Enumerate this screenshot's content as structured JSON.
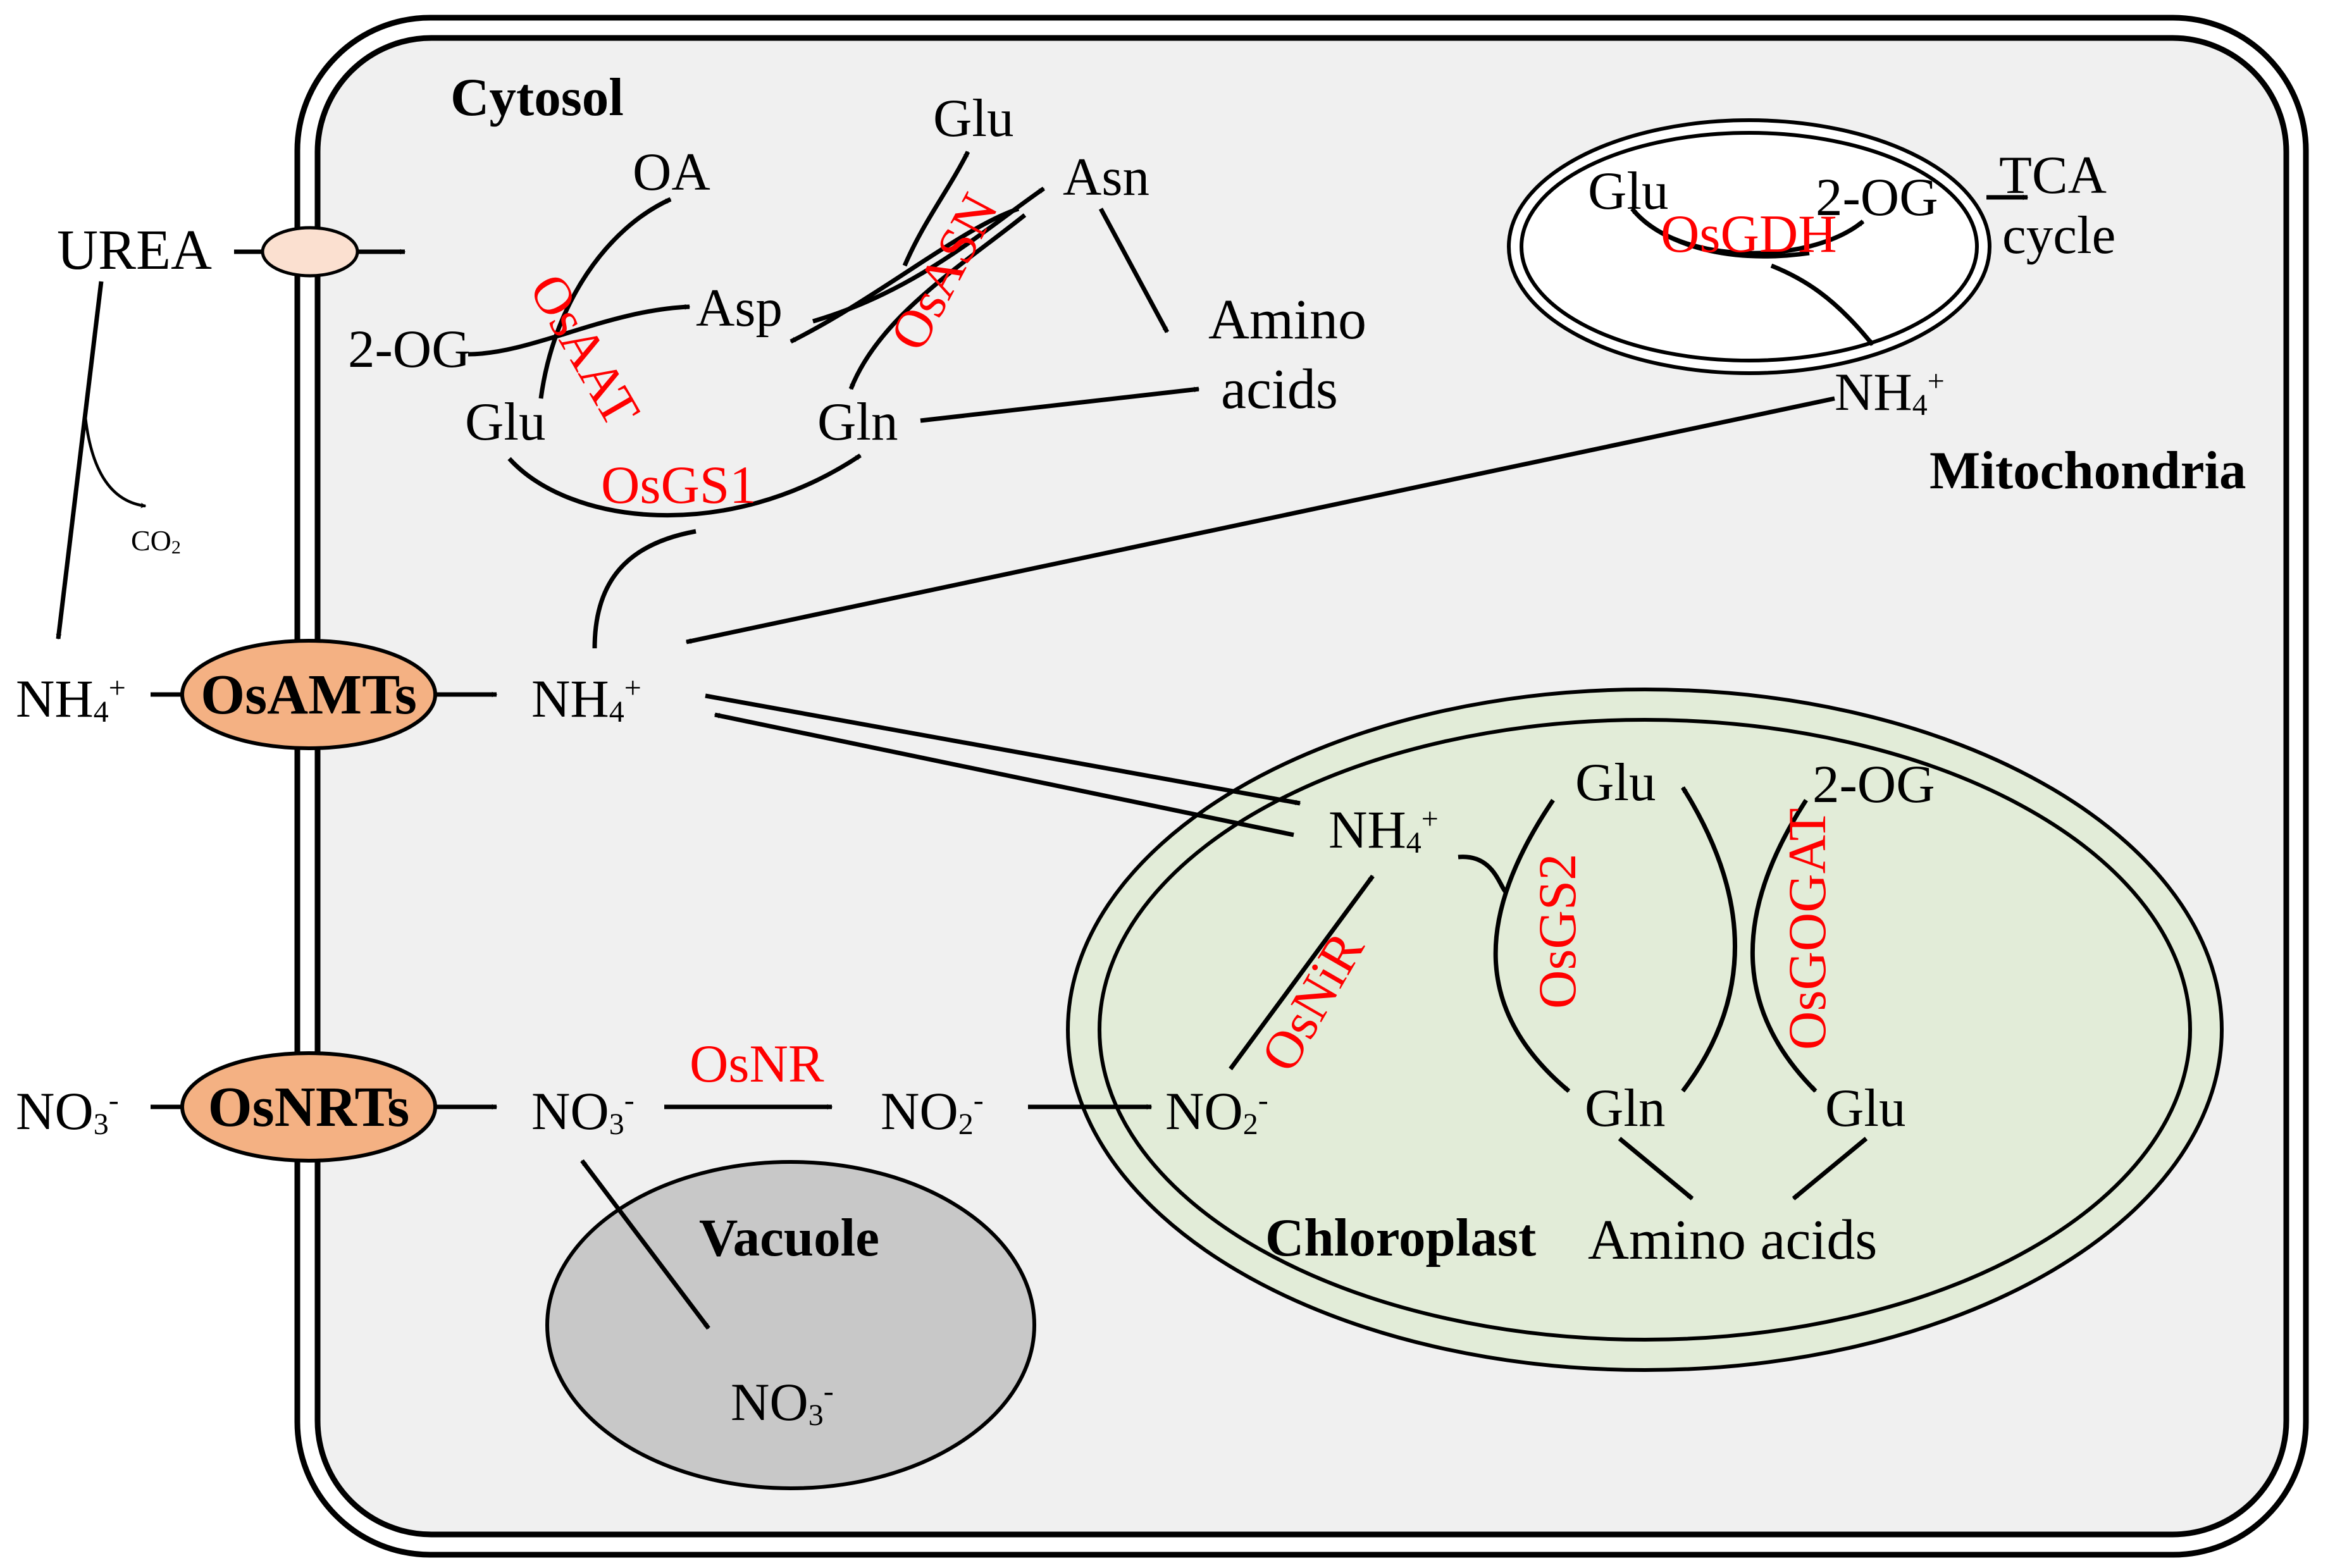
{
  "compartments": {
    "cytosol": "Cytosol",
    "mitochondria": "Mitochondria",
    "chloroplast": "Chloroplast",
    "vacuole": "Vacuole"
  },
  "transporters": {
    "amt": "OsAMTs",
    "nrt": "OsNRTs"
  },
  "external": {
    "urea": "UREA",
    "co2_base": "CO",
    "co2_sub": "2",
    "nh4_base": "NH",
    "nh4_sub": "4",
    "nh4_sup": "+",
    "no3_base": "NO",
    "no3_sub": "3",
    "no3_sup": "-"
  },
  "cytosol": {
    "oa": "OA",
    "glu_top": "Glu",
    "asn": "Asn",
    "asp": "Asp",
    "og": "2-OG",
    "amino_line1": "Amino",
    "amino_line2": "acids",
    "glu": "Glu",
    "gln": "Gln",
    "nh4_base": "NH",
    "nh4_sub": "4",
    "nh4_sup": "+",
    "no3_base": "NO",
    "no3_sub": "3",
    "no3_sup": "-",
    "no2_base": "NO",
    "no2_sub": "2",
    "no2_sup": "-"
  },
  "mitochondria": {
    "glu": "Glu",
    "og": "2-OG",
    "tca_line1": "TCA",
    "tca_line2": "cycle",
    "nh4_base": "NH",
    "nh4_sub": "4",
    "nh4_sup": "+"
  },
  "chloroplast": {
    "nh4_base": "NH",
    "nh4_sub": "4",
    "nh4_sup": "+",
    "glu_top": "Glu",
    "og": "2-OG",
    "no2_base": "NO",
    "no2_sub": "2",
    "no2_sup": "-",
    "gln": "Gln",
    "glu_bottom": "Glu",
    "amino": "Amino acids"
  },
  "vacuole": {
    "no3_base": "NO",
    "no3_sub": "3",
    "no3_sup": "-"
  },
  "enzymes": {
    "aat": "OsAAT",
    "asn": "OsASN",
    "gs1": "OsGS1",
    "gdh": "OsGDH",
    "nr": "OsNR",
    "nir": "OsNiR",
    "gs2": "OsGS2",
    "gogat": "OsGOGAT"
  },
  "colors": {
    "enzyme_red": "#ff0000",
    "cytosol_fill": "#f0f0f0",
    "chloroplast_fill": "#e2ecd8",
    "vacuole_fill": "#c8c8c8",
    "transporter_fill": "#f4b183",
    "urea_channel_fill": "#fbe0d0"
  }
}
